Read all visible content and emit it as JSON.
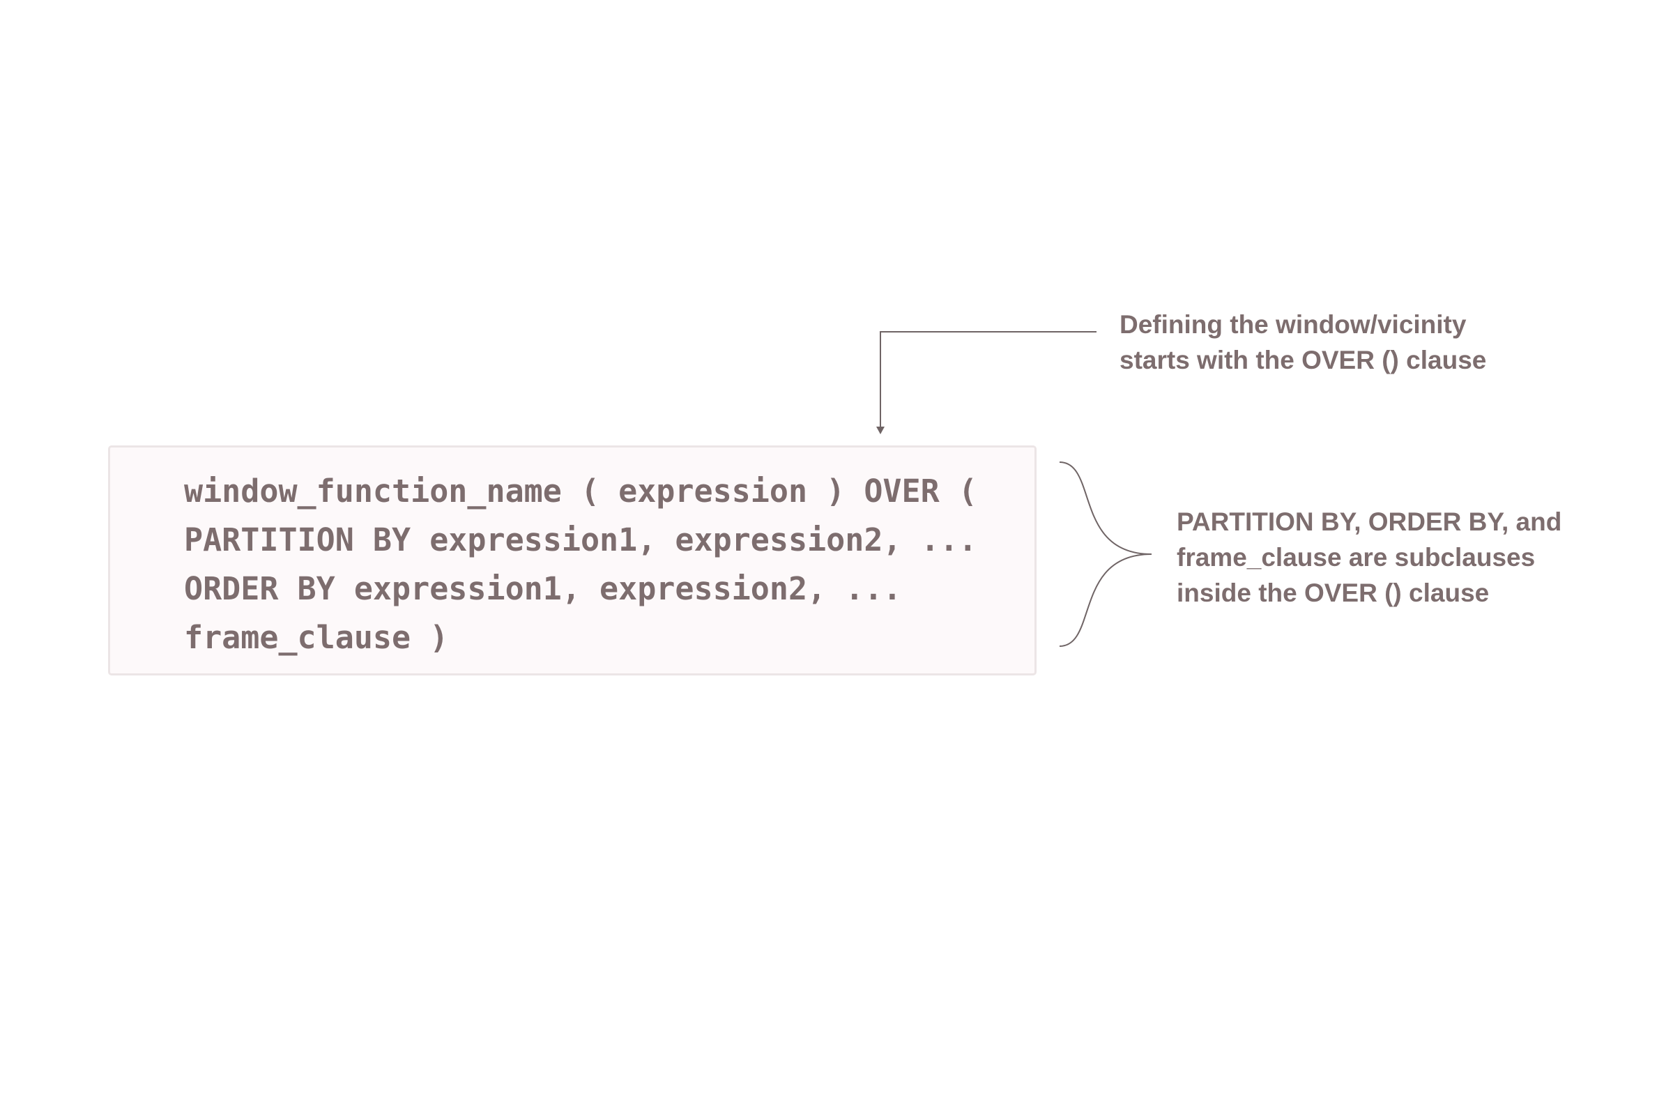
{
  "code_block": {
    "lines": [
      "window_function_name ( expression ) OVER (",
      "PARTITION BY expression1, expression2, ...",
      "ORDER BY expression1, expression2, ...",
      "frame_clause )"
    ]
  },
  "annotations": {
    "over_clause": {
      "lines": [
        "Defining the window/vicinity",
        "starts with the OVER () clause"
      ]
    },
    "subclauses": {
      "lines": [
        "PARTITION BY, ORDER BY, and",
        "frame_clause are subclauses",
        "inside the OVER () clause"
      ]
    }
  },
  "colors": {
    "text": "#7d6d6e",
    "code_background": "#fdf9fa",
    "code_border": "#ece5e6",
    "connector": "#6f6465"
  }
}
